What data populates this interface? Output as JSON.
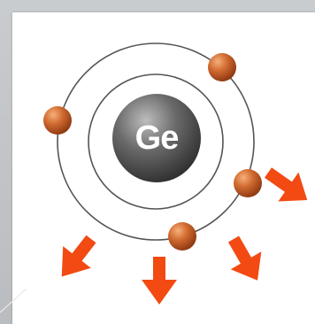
{
  "diagram": {
    "nucleus_label": "Ge",
    "nucleus_color": "#4a4a4a",
    "orbit_color": "#555555",
    "electron_color": "#c85a24",
    "arrow_color": "#f24a12",
    "electron_count": 4,
    "arrow_count": 4
  }
}
